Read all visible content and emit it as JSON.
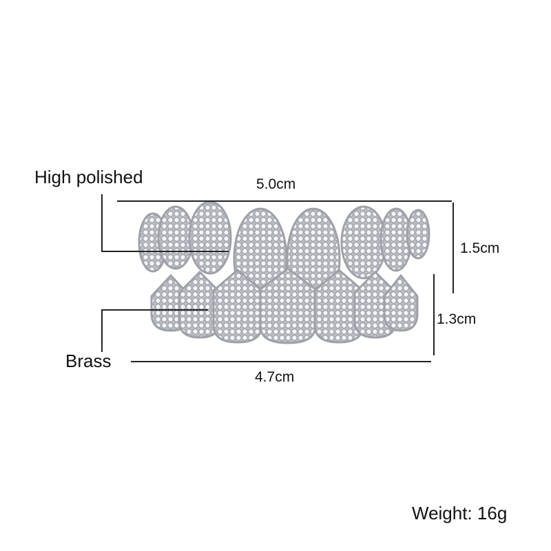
{
  "labels": {
    "finish": "High polished",
    "material": "Brass",
    "weight": "Weight: 16g"
  },
  "dimensions": {
    "top_width": "5.0cm",
    "bottom_width": "4.7cm",
    "top_height": "1.5cm",
    "bottom_height": "1.3cm"
  }
}
